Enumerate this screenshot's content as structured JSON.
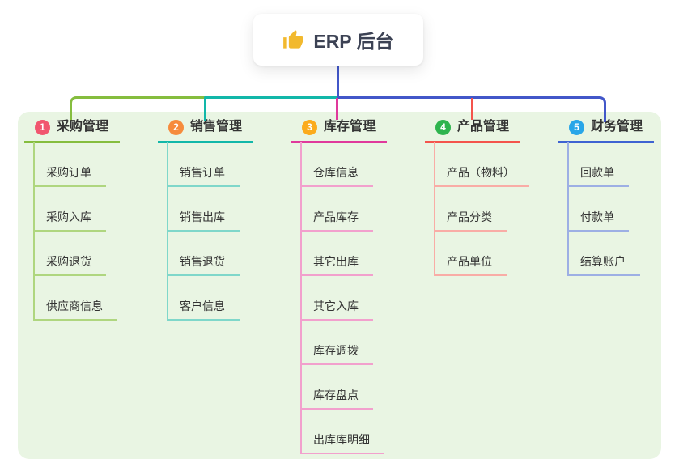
{
  "root": {
    "label": "ERP 后台",
    "icon": "thumbs-up-icon"
  },
  "connectors": {
    "trunk_color": "#4257c9"
  },
  "canvas": {
    "panel_color": "#e9f5e3",
    "background": "#ffffff"
  },
  "branches": [
    {
      "badge": "1",
      "label": "采购管理",
      "color": "#85bd3e",
      "light": "#afd67f",
      "badge_color": "#f1566f",
      "children": [
        "采购订单",
        "采购入库",
        "采购退货",
        "供应商信息"
      ]
    },
    {
      "badge": "2",
      "label": "销售管理",
      "color": "#12b7a9",
      "light": "#7fd7ca",
      "badge_color": "#f68b3c",
      "children": [
        "销售订单",
        "销售出库",
        "销售退货",
        "客户信息"
      ]
    },
    {
      "badge": "3",
      "label": "库存管理",
      "color": "#e0399c",
      "light": "#f2a0cd",
      "badge_color": "#fbab1c",
      "children": [
        "仓库信息",
        "产品库存",
        "其它出库",
        "其它入库",
        "库存调拨",
        "库存盘点",
        "出库库明细"
      ]
    },
    {
      "badge": "4",
      "label": "产品管理",
      "color": "#f4544c",
      "light": "#f9aca6",
      "badge_color": "#2eb44e",
      "children": [
        "产品（物料）",
        "产品分类",
        "产品单位"
      ]
    },
    {
      "badge": "5",
      "label": "财务管理",
      "color": "#3e63d2",
      "light": "#9dafe4",
      "badge_color": "#29a6e8",
      "children": [
        "回款单",
        "付款单",
        "结算账户"
      ]
    }
  ]
}
